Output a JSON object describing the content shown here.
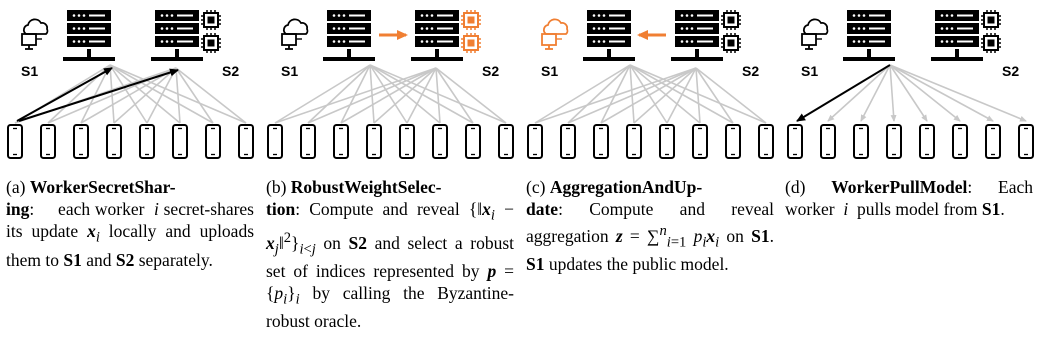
{
  "colors": {
    "ink": "#000000",
    "edge": "#c8c8c8",
    "highlight": "#f07f33"
  },
  "icons": [
    "cloud-computer-icon",
    "server-rack-icon",
    "gpu-chip-icon",
    "phone-icon",
    "arrow-icon"
  ],
  "panels": [
    {
      "s1_label": "S1",
      "s2_label": "S2",
      "caption": {
        "tag": "(a)",
        "title_a": "WorkerSecretShar-",
        "title_b": "ing",
        "body": ": each worker i secret-shares its update x_i locally and uploads them to S1 and S2 separately."
      }
    },
    {
      "s1_label": "S1",
      "s2_label": "S2",
      "caption": {
        "tag": "(b)",
        "title": "RobustWeightSelec-tion",
        "body": ": Compute and reveal {‖x_i − x_j‖²}_{i<j} on S2 and select a robust set of indices represented by p = {p_i}_i by calling the Byzantine-robust oracle."
      }
    },
    {
      "s1_label": "S1",
      "s2_label": "S2",
      "caption": {
        "tag": "(c)",
        "title": "AggregationAndUp-date",
        "body": ": Compute and reveal aggregation z = Σ_{i=1}^{n} p_i x_i on S1. S1 updates the public model."
      }
    },
    {
      "s1_label": "S1",
      "s2_label": "S2",
      "caption": {
        "tag": "(d)",
        "title": "WorkerPullModel",
        "body": ": Each worker i pulls model from S1."
      }
    }
  ]
}
